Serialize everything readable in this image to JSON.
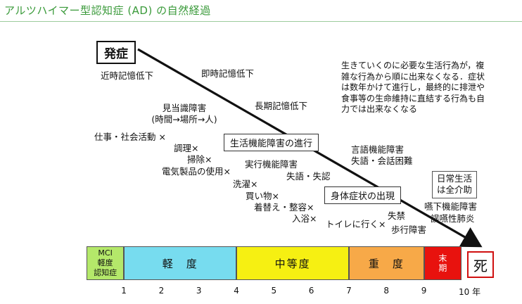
{
  "title": "アルツハイマー型認知症 (AD) の自然経過",
  "onset_label": "発症",
  "death_label": "死",
  "memory": {
    "recent": "近時記憶低下",
    "immediate": "即時記憶低下",
    "long_term": "長期記憶低下"
  },
  "disorientation": {
    "line1": "見当識障害",
    "line2": "(時間→場所→人)"
  },
  "boxes": {
    "daily_life": "生活機能障害の進行",
    "physical": "身体症状の出現"
  },
  "note_text": "生きていくのに必要な生活行為が，複雑な行為から順に出来なくなる．症状は数年かけて進行し，最終的に排泄や食事等の生命維持に直結する行為も自力では出来なくなる",
  "lost_activities": [
    "仕事・社会活動 ×",
    "調理×",
    "掃除×",
    "電気製品の使用×",
    "洗濯×",
    "買い物×",
    "着替え・整容×",
    "入浴×",
    "トイレに行く×"
  ],
  "executive": "実行機能障害",
  "apraxia_agnosia": "失語・失認",
  "language": {
    "line1": "言語機能障害",
    "line2": "失語・会話困難"
  },
  "adl": {
    "line1": "日常生活",
    "line2": "は全介助"
  },
  "late_symptoms": {
    "incontinence": "失禁",
    "gait": "歩行障害",
    "dysphagia": "嚥下機能障害",
    "aspiration": "誤嚥性肺炎"
  },
  "stages": [
    {
      "id": "mci",
      "label": "MCI\n軽度\n認知症",
      "color": "#b4e86a",
      "start_year": 0,
      "end_year": 1
    },
    {
      "id": "mild",
      "label": "軽　度",
      "color": "#77dcef",
      "start_year": 1,
      "end_year": 4
    },
    {
      "id": "moderate",
      "label": "中等度",
      "color": "#f6f012",
      "start_year": 4,
      "end_year": 7
    },
    {
      "id": "severe",
      "label": "重　度",
      "color": "#f7a948",
      "start_year": 7,
      "end_year": 9
    },
    {
      "id": "terminal",
      "label": "末\n期",
      "color": "#e8120e",
      "start_year": 9,
      "end_year": 10
    }
  ],
  "years": [
    "1",
    "2",
    "3",
    "4",
    "5",
    "6",
    "7",
    "8",
    "9",
    "10 年"
  ]
}
